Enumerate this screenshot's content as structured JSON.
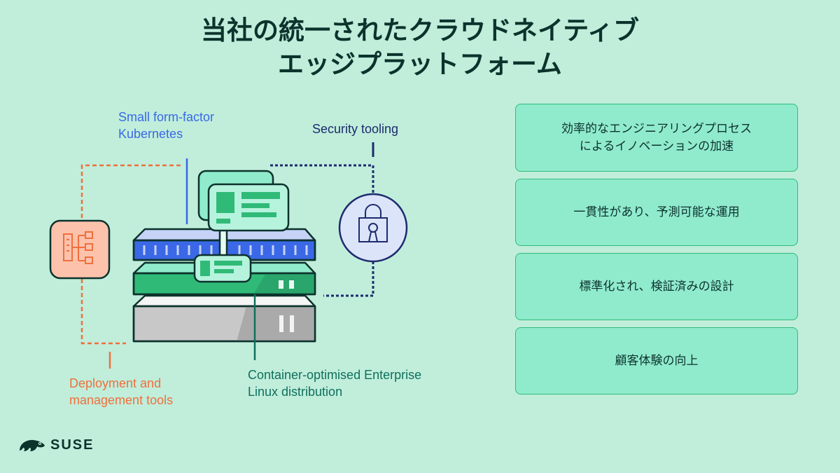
{
  "title": {
    "line1": "当社の統一されたクラウドネイティブ",
    "line2": "エッジプラットフォーム"
  },
  "diagram": {
    "kubernetes_label": [
      "Small form-factor",
      "Kubernetes"
    ],
    "security_label": "Security tooling",
    "deployment_label": [
      "Deployment and",
      "management tools"
    ],
    "linux_label": [
      "Container-optimised Enterprise",
      "Linux distribution"
    ]
  },
  "benefits": [
    {
      "lines": [
        "効率的なエンジニアリングプロセス",
        "によるイノベーションの加速"
      ]
    },
    {
      "lines": [
        "一貫性があり、予測可能な運用"
      ]
    },
    {
      "lines": [
        "標準化され、検証済みの設計"
      ]
    },
    {
      "lines": [
        "顧客体験の向上"
      ]
    }
  ],
  "logo": {
    "text": "SUSE",
    "icon": "chameleon-icon"
  },
  "colors": {
    "background": "#c0eedb",
    "title": "#0c322c",
    "kubernetes_blue": "#3a68e6",
    "security_navy": "#1d2b6d",
    "deployment_orange": "#f06f3c",
    "linux_green": "#30ba78",
    "benefit_fill": "#90ebcd",
    "benefit_border": "#30ba78"
  }
}
